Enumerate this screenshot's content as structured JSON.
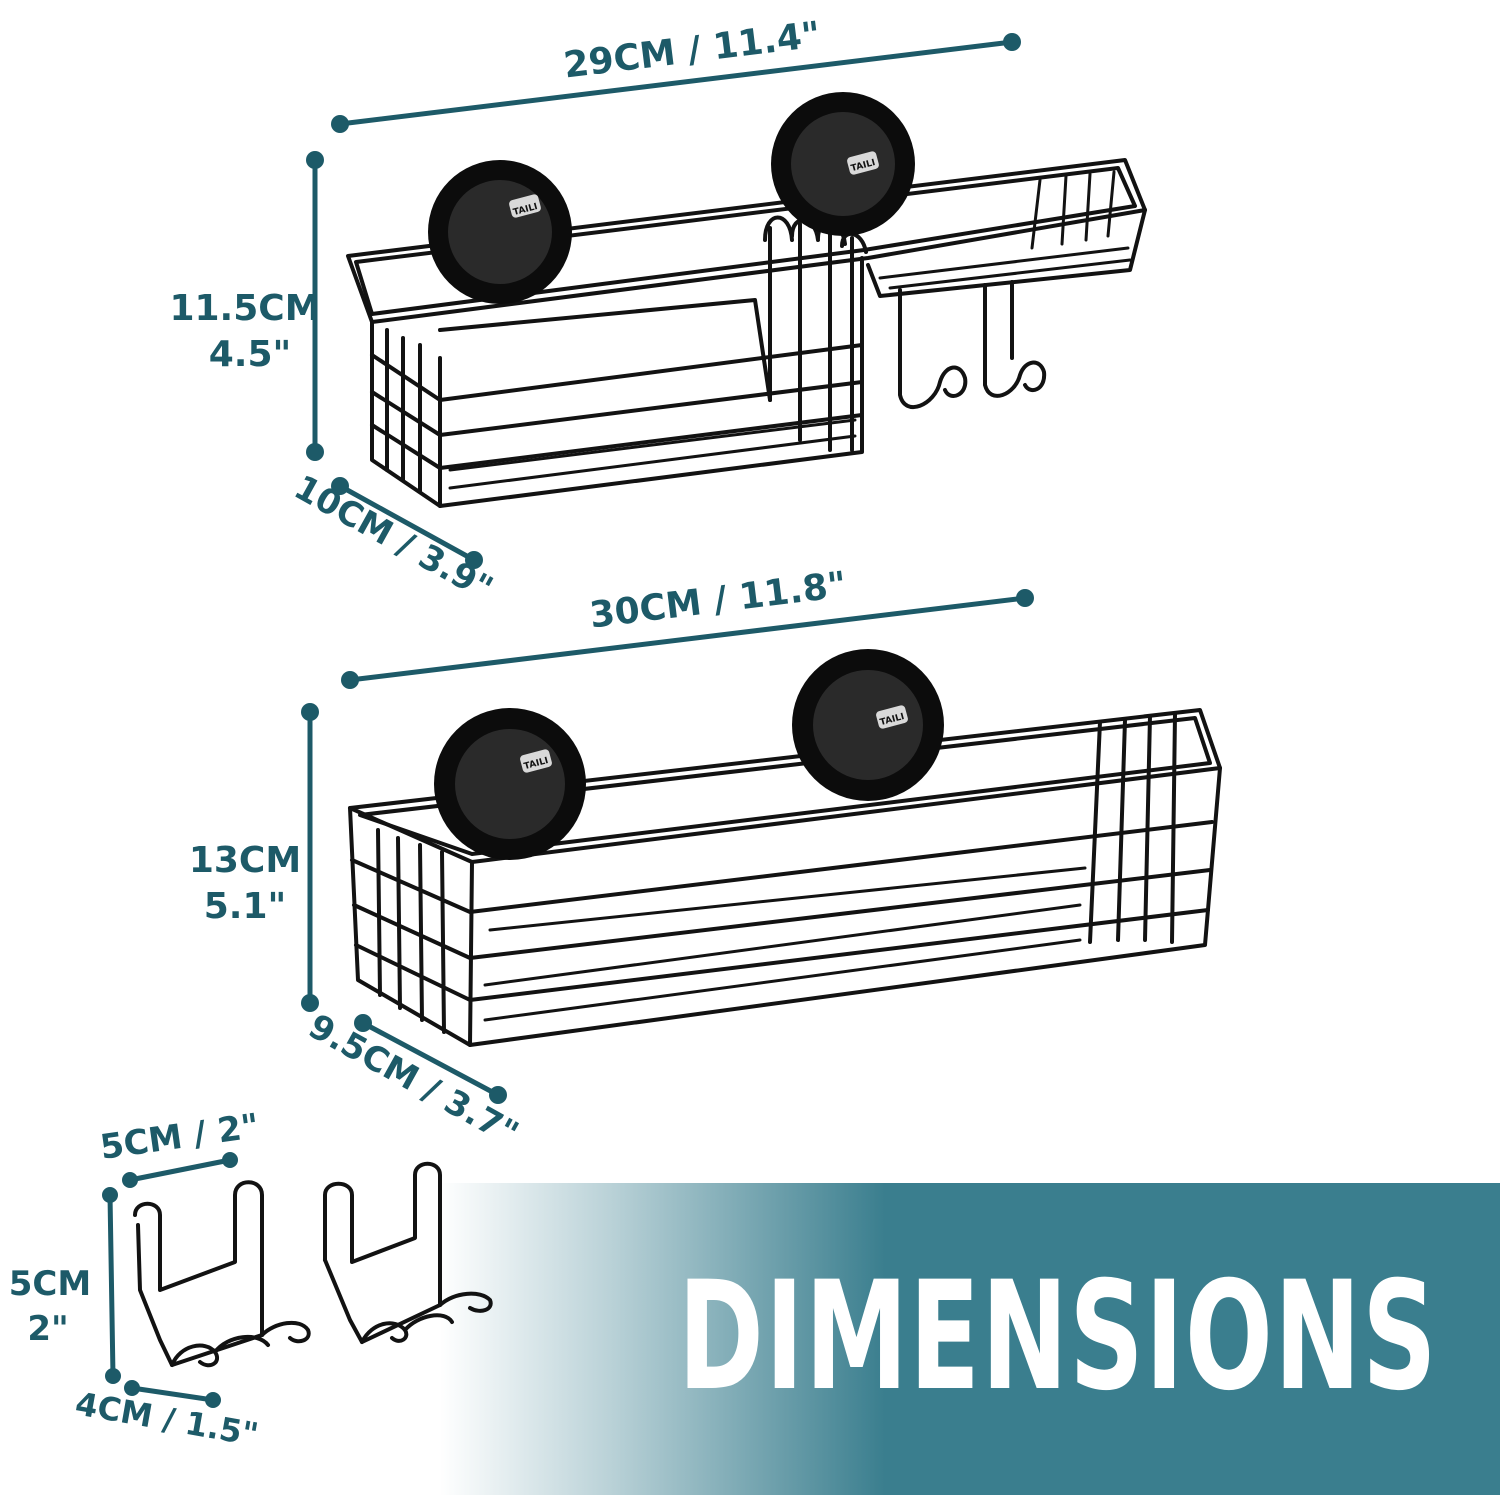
{
  "basket_top": {
    "width_label": "29CM / 11.4\"",
    "height_label_cm": "11.5CM",
    "height_label_in": "4.5\"",
    "depth_label": "10CM / 3.9\""
  },
  "basket_bottom": {
    "width_label": "30CM / 11.8\"",
    "height_label_cm": "13CM",
    "height_label_in": "5.1\"",
    "depth_label": "9.5CM / 3.7\""
  },
  "hooks": {
    "width_label": "5CM / 2\"",
    "height_label_cm": "5CM",
    "height_label_in": "2\"",
    "depth_label": "4CM / 1.5\""
  },
  "suction_brand": "TAILI",
  "banner": {
    "title": "DIMENSIONS"
  },
  "colors": {
    "accent": "#1d5a68",
    "banner": "#3a7e8e",
    "wire": "#121212"
  }
}
